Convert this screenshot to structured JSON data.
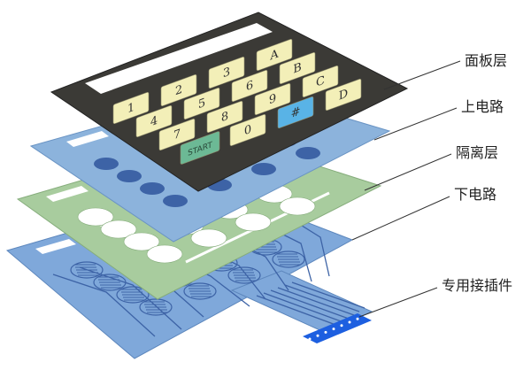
{
  "labels": {
    "panel": "面板层",
    "upper": "上电路",
    "spacer": "隔离层",
    "lower": "下电路",
    "connector": "专用接插件"
  },
  "keys": [
    "1",
    "2",
    "3",
    "A",
    "4",
    "5",
    "6",
    "B",
    "7",
    "8",
    "9",
    "C",
    "START",
    "0",
    "#",
    "D"
  ],
  "colors": {
    "panel": "#3b3a36",
    "key": "#f3efb8",
    "key_hash": "#59b3e6",
    "key_start": "#6cb995",
    "upper_circuit": "#8cb3dc",
    "spacer": "#a8cc9e",
    "lower_circuit": "#7fa8da",
    "trace": "#3d63a6",
    "connector": "#1d5fe0"
  }
}
